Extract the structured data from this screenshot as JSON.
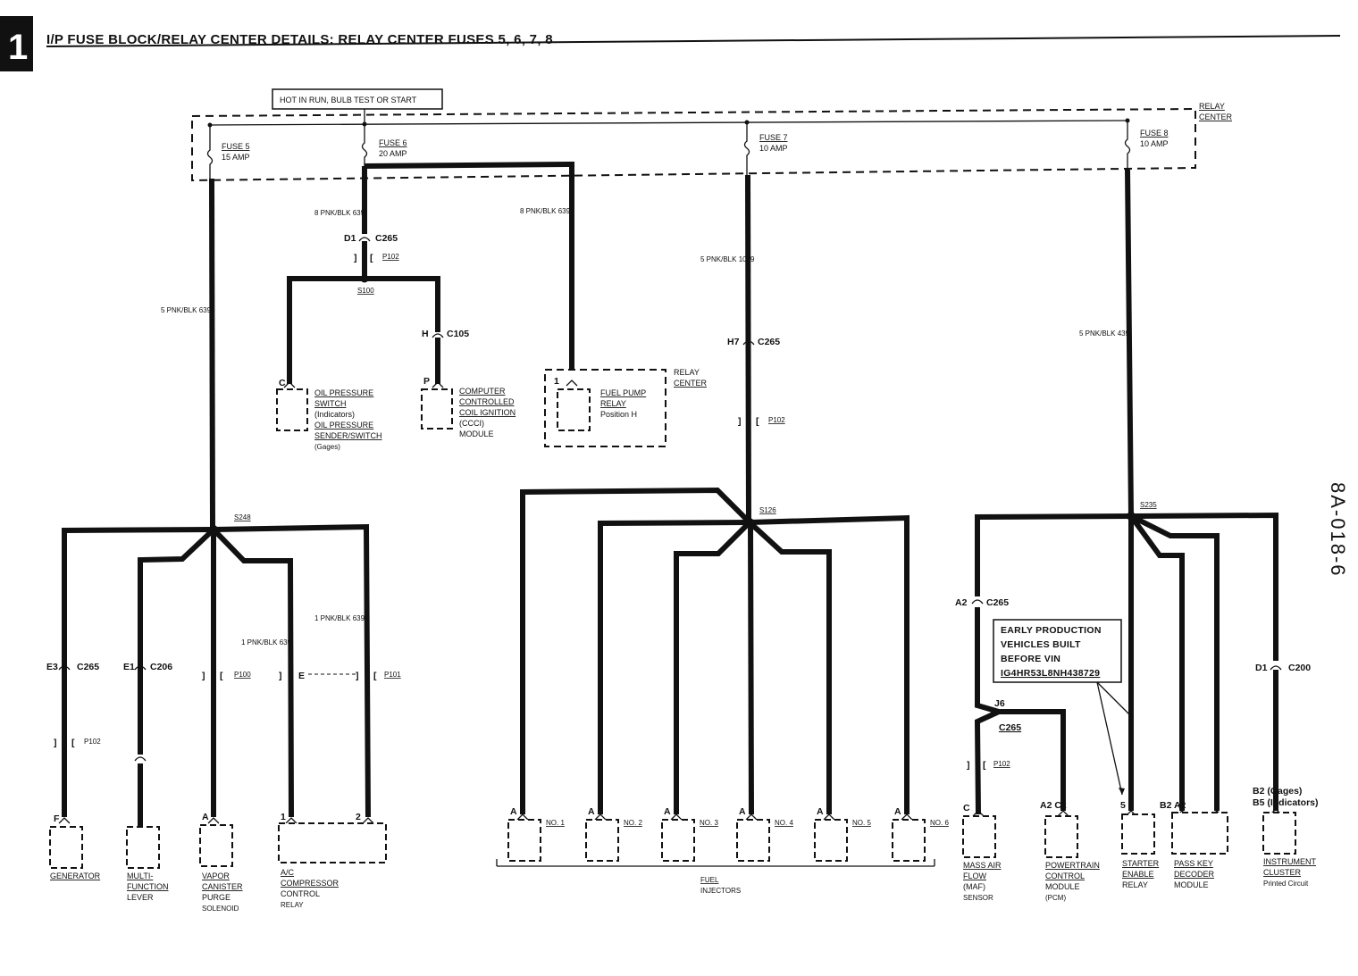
{
  "page": {
    "section_icon": "1",
    "title": "I/P FUSE BLOCK/RELAY CENTER DETAILS: RELAY CENTER FUSES 5, 6, 7, 8",
    "side_code": "8A-018-6"
  },
  "power": {
    "hot_label": "HOT IN RUN, BULB TEST OR START",
    "relay_center": [
      "RELAY",
      "CENTER"
    ]
  },
  "fuses": [
    {
      "name": "FUSE 5",
      "rating": "15 AMP"
    },
    {
      "name": "FUSE 6",
      "rating": "20 AMP"
    },
    {
      "name": "FUSE 7",
      "rating": "10 AMP"
    },
    {
      "name": "FUSE 8",
      "rating": "10 AMP"
    }
  ],
  "wires": {
    "fuse6_out": "8 PNK/BLK   639",
    "fuse6_branch": "8 PNK/BLK   639",
    "fuse5_out": "5 PNK/BLK   639",
    "fuse7_out": "5 PNK/BLK   1039",
    "fuse8_out": "5 PNK/BLK   439",
    "ac_b": "1 PNK/BLK   639",
    "ac_a": "1 PNK/BLK   639"
  },
  "connectors": {
    "d1_c265": [
      "D1",
      "C265"
    ],
    "p102_top": "P102",
    "s100": "S100",
    "h_c105": [
      "H",
      "C105"
    ],
    "h7_c265": [
      "H7",
      "C265"
    ],
    "p102_mid": "P102",
    "s248": "S248",
    "s126": "S126",
    "s235": "S235",
    "e3_c265": [
      "E3",
      "C265"
    ],
    "e1_c206": [
      "E1",
      "C206"
    ],
    "p100": "P100",
    "p101": "P101",
    "p102_left": "P102",
    "a2_c265": [
      "A2",
      "C265"
    ],
    "j6_c265": [
      "J6",
      "C265"
    ],
    "p102_right": "P102",
    "d1_c200": [
      "D1",
      "C200"
    ]
  },
  "components": {
    "oil_pressure": {
      "pin": "C",
      "lines": [
        "OIL PRESSURE",
        "SWITCH",
        "(Indicators)",
        "OIL PRESSURE",
        "SENDER/SWITCH",
        "(Gages)"
      ]
    },
    "ccci": {
      "pin": "P",
      "lines": [
        "COMPUTER",
        "CONTROLLED",
        "COIL IGNITION",
        "(CCCI)",
        "MODULE"
      ]
    },
    "fuel_pump": {
      "pin": "1",
      "lines": [
        "FUEL PUMP",
        "RELAY",
        "Position H"
      ],
      "area": [
        "RELAY",
        "CENTER"
      ]
    },
    "generator": {
      "pin": "F",
      "lines": [
        "GENERATOR"
      ]
    },
    "multifunction": {
      "pin": "",
      "lines": [
        "MULTI-",
        "FUNCTION",
        "LEVER"
      ]
    },
    "vapor": {
      "pin": "A",
      "lines": [
        "VAPOR",
        "CANISTER",
        "PURGE",
        "SOLENOID"
      ]
    },
    "ac": {
      "pins": [
        "1",
        "2"
      ],
      "lines": [
        "A/C",
        "COMPRESSOR",
        "CONTROL",
        "RELAY"
      ]
    },
    "injectors": {
      "pin": "A",
      "names": [
        "NO. 1",
        "NO. 2",
        "NO. 3",
        "NO. 4",
        "NO. 5",
        "NO. 6"
      ],
      "group": [
        "FUEL",
        "INJECTORS"
      ]
    },
    "maf": {
      "pin": "C",
      "lines": [
        "MASS AIR",
        "FLOW",
        "(MAF)",
        "SENSOR"
      ]
    },
    "pcm": {
      "pin": "A2   C2",
      "lines": [
        "POWERTRAIN",
        "CONTROL",
        "MODULE",
        "(PCM)"
      ]
    },
    "starter": {
      "pin": "5",
      "lines": [
        "STARTER",
        "ENABLE",
        "RELAY"
      ]
    },
    "passkey": {
      "pin": "B2        A2",
      "lines": [
        "PASS KEY",
        "DECODER",
        "MODULE"
      ]
    },
    "cluster": {
      "pins": [
        "B2  (Gages)",
        "B5  (Indicators)"
      ],
      "lines": [
        "INSTRUMENT",
        "CLUSTER",
        "Printed Circuit"
      ]
    }
  },
  "note": [
    "EARLY PRODUCTION",
    "VEHICLES BUILT",
    "BEFORE VIN",
    "IG4HR53L8NH438729"
  ]
}
